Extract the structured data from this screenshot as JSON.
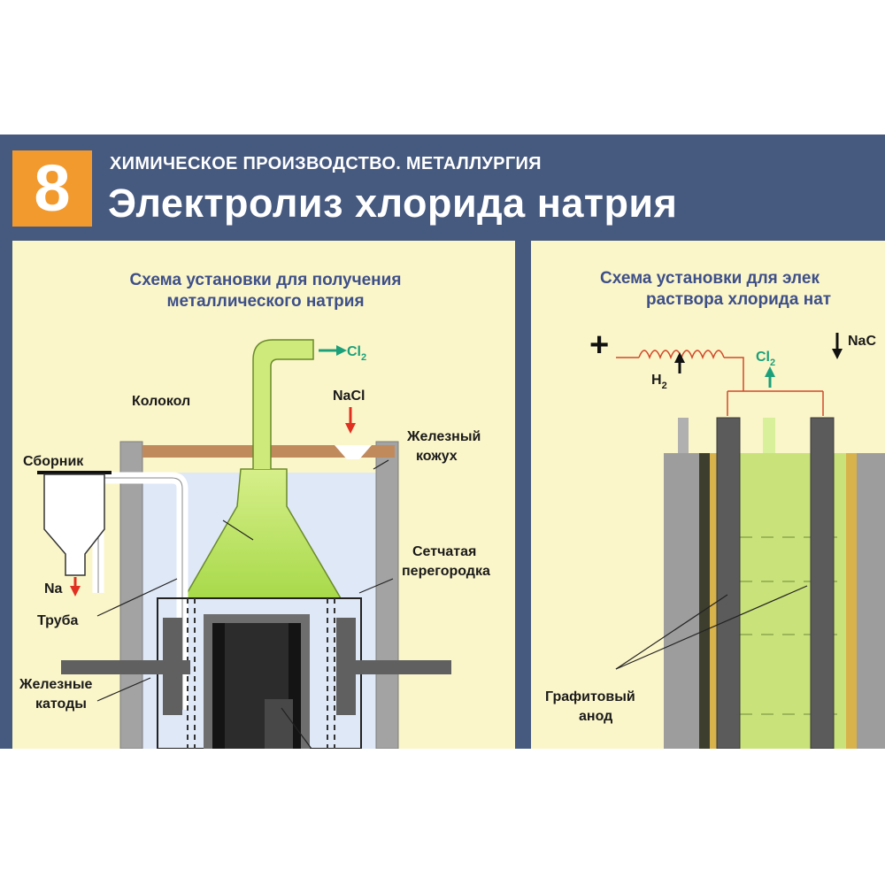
{
  "header": {
    "number": "8",
    "subtitle": "ХИМИЧЕСКОЕ ПРОИЗВОДСТВО. МЕТАЛЛУРГИЯ",
    "title": "Электролиз хлорида натрия"
  },
  "left_panel": {
    "title_line1": "Схема установки для получения",
    "title_line2": "металлического натрия",
    "labels": {
      "bell": "Колокол",
      "collector": "Сборник",
      "pipe": "Труба",
      "iron_cathodes_1": "Железные",
      "iron_cathodes_2": "катоды",
      "iron_casing_1": "Железный",
      "iron_casing_2": "кожух",
      "mesh_partition_1": "Сетчатая",
      "mesh_partition_2": "перегородка",
      "nacl": "NaCl",
      "na": "Na",
      "cl2": "Cl",
      "cl2_sub": "2"
    }
  },
  "right_panel": {
    "title_line1": "Схема установки для элек",
    "title_line2": "раствора хлорида нат",
    "labels": {
      "plus": "+",
      "h2": "H",
      "h2_sub": "2",
      "cl2": "Cl",
      "cl2_sub": "2",
      "nacl": "NaC",
      "graphite_anode_1": "Графитовый",
      "graphite_anode_2": "анод"
    }
  },
  "colors": {
    "header_bg": "#46597f",
    "badge": "#f29a2e",
    "panel": "#fbf6c9",
    "title_text": "#3d4f89",
    "electrolyte": "#dfe8f7",
    "green_product": "#b9df5a",
    "steel": "#9b9b9b",
    "electrode": "#555555",
    "arrow_red": "#e03021",
    "arrow_green": "#1ca07a"
  }
}
